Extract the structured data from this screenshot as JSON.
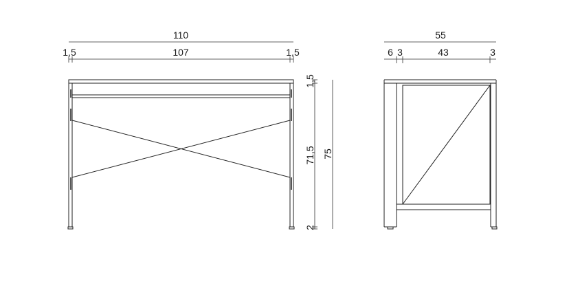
{
  "front_view": {
    "overall_width": "110",
    "inner_width": "107",
    "left_side": "1,5",
    "right_side": "1,5",
    "top_thickness": "1,5",
    "leg_height": "71,5",
    "foot_height": "2",
    "total_height": "75"
  },
  "side_view": {
    "overall_depth": "55",
    "dim_a": "6",
    "dim_b": "3",
    "dim_c": "43",
    "dim_d": "3"
  }
}
